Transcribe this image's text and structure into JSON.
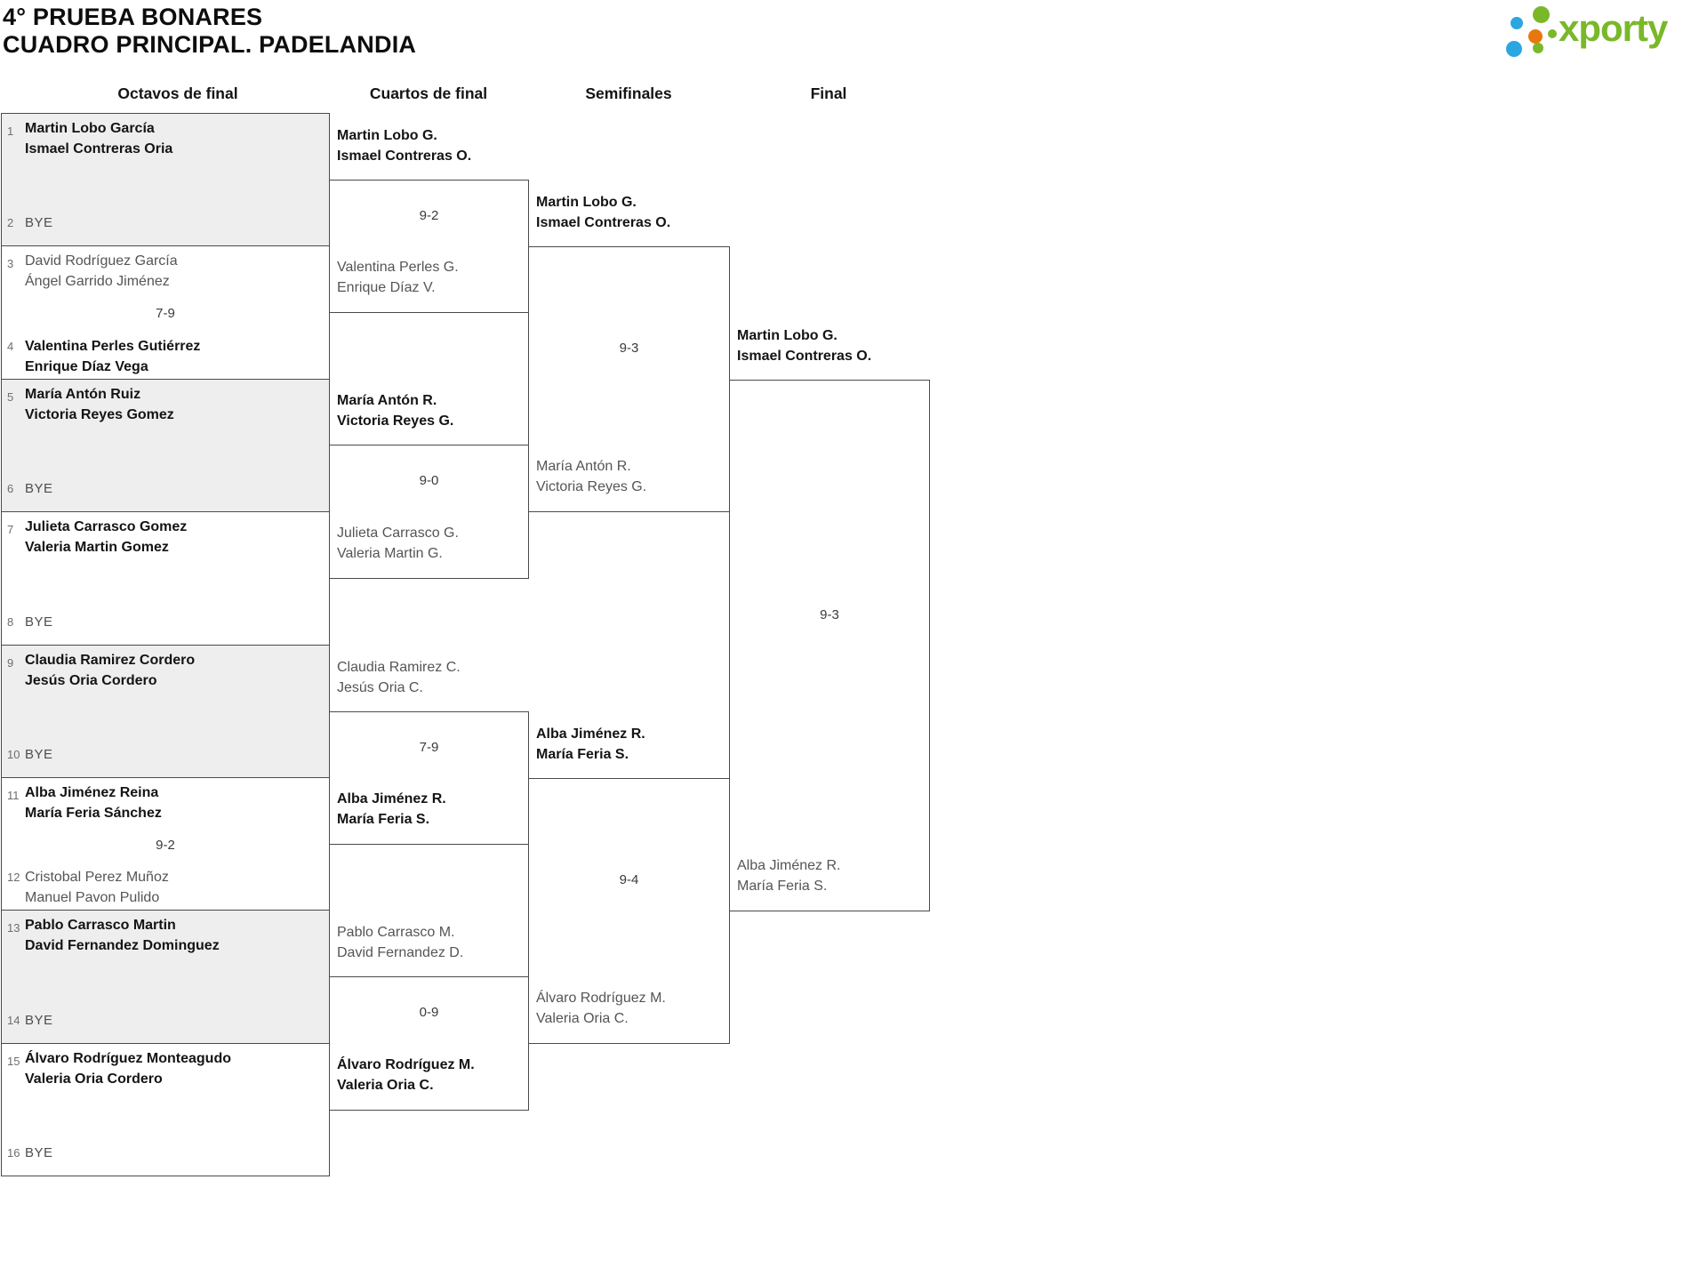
{
  "header": {
    "title_line1": "4° PRUEBA BONARES",
    "title_line2": "CUADRO PRINCIPAL. PADELANDIA",
    "logo_text": "xporty"
  },
  "columns": [
    "Octavos de final",
    "Cuartos de final",
    "Semifinales",
    "Final"
  ],
  "colors": {
    "logo_green": "#7ab829",
    "logo_blue": "#2aa7e0",
    "logo_orange": "#e8780d",
    "box_border": "#4a4a4a",
    "box_grey_fill": "#eeeeee",
    "winner_text": "#141414",
    "loser_text": "#555555"
  },
  "bracket": {
    "round16": [
      {
        "seed1": "1",
        "team1": [
          "Martin Lobo García",
          "Ismael Contreras Oria"
        ],
        "seed2": "2",
        "team2": [
          "BYE"
        ],
        "bye": true,
        "winner": 1
      },
      {
        "seed1": "3",
        "team1": [
          "David Rodríguez García",
          "Ángel Garrido Jiménez"
        ],
        "seed2": "4",
        "team2": [
          "Valentina Perles Gutiérrez",
          "Enrique Díaz Vega"
        ],
        "score": "7-9",
        "winner": 2
      },
      {
        "seed1": "5",
        "team1": [
          "María Antón Ruiz",
          "Victoria Reyes Gomez"
        ],
        "seed2": "6",
        "team2": [
          "BYE"
        ],
        "bye": true,
        "winner": 1
      },
      {
        "seed1": "7",
        "team1": [
          "Julieta Carrasco Gomez",
          "Valeria Martin Gomez"
        ],
        "seed2": "8",
        "team2": [
          "BYE"
        ],
        "bye": true,
        "winner": 1
      },
      {
        "seed1": "9",
        "team1": [
          "Claudia Ramirez Cordero",
          "Jesús Oria Cordero"
        ],
        "seed2": "10",
        "team2": [
          "BYE"
        ],
        "bye": true,
        "winner": 1
      },
      {
        "seed1": "11",
        "team1": [
          "Alba Jiménez Reina",
          "María Feria Sánchez"
        ],
        "seed2": "12",
        "team2": [
          "Cristobal Perez Muñoz",
          "Manuel Pavon Pulido"
        ],
        "score": "9-2",
        "winner": 1
      },
      {
        "seed1": "13",
        "team1": [
          "Pablo Carrasco Martin",
          "David Fernandez Dominguez"
        ],
        "seed2": "14",
        "team2": [
          "BYE"
        ],
        "bye": true,
        "winner": 1
      },
      {
        "seed1": "15",
        "team1": [
          "Álvaro Rodríguez Monteagudo",
          "Valeria Oria Cordero"
        ],
        "seed2": "16",
        "team2": [
          "BYE"
        ],
        "bye": true,
        "winner": 1
      }
    ],
    "quarterfinals": [
      {
        "team1": [
          "Martin Lobo G.",
          "Ismael Contreras O."
        ],
        "team2": [
          "Valentina Perles G.",
          "Enrique Díaz V."
        ],
        "score": "9-2",
        "winner": 1
      },
      {
        "team1": [
          "María Antón R.",
          "Victoria Reyes G."
        ],
        "team2": [
          "Julieta Carrasco G.",
          "Valeria Martin G."
        ],
        "score": "9-0",
        "winner": 1
      },
      {
        "team1": [
          "Claudia Ramirez C.",
          "Jesús Oria C."
        ],
        "team2": [
          "Alba Jiménez R.",
          "María Feria S."
        ],
        "score": "7-9",
        "winner": 2
      },
      {
        "team1": [
          "Pablo Carrasco M.",
          "David Fernandez D."
        ],
        "team2": [
          "Álvaro Rodríguez M.",
          "Valeria Oria C."
        ],
        "score": "0-9",
        "winner": 2
      }
    ],
    "semifinals": [
      {
        "team1": [
          "Martin Lobo G.",
          "Ismael Contreras O."
        ],
        "team2": [
          "María Antón R.",
          "Victoria Reyes G."
        ],
        "score": "9-3",
        "winner": 1
      },
      {
        "team1": [
          "Alba Jiménez R.",
          "María Feria S."
        ],
        "team2": [
          "Álvaro Rodríguez M.",
          "Valeria Oria C."
        ],
        "score": "9-4",
        "winner": 1
      }
    ],
    "final": {
      "team1": [
        "Martin Lobo G.",
        "Ismael Contreras O."
      ],
      "team2": [
        "Alba Jiménez R.",
        "María Feria S."
      ],
      "score": "9-3",
      "winner": 1
    }
  }
}
